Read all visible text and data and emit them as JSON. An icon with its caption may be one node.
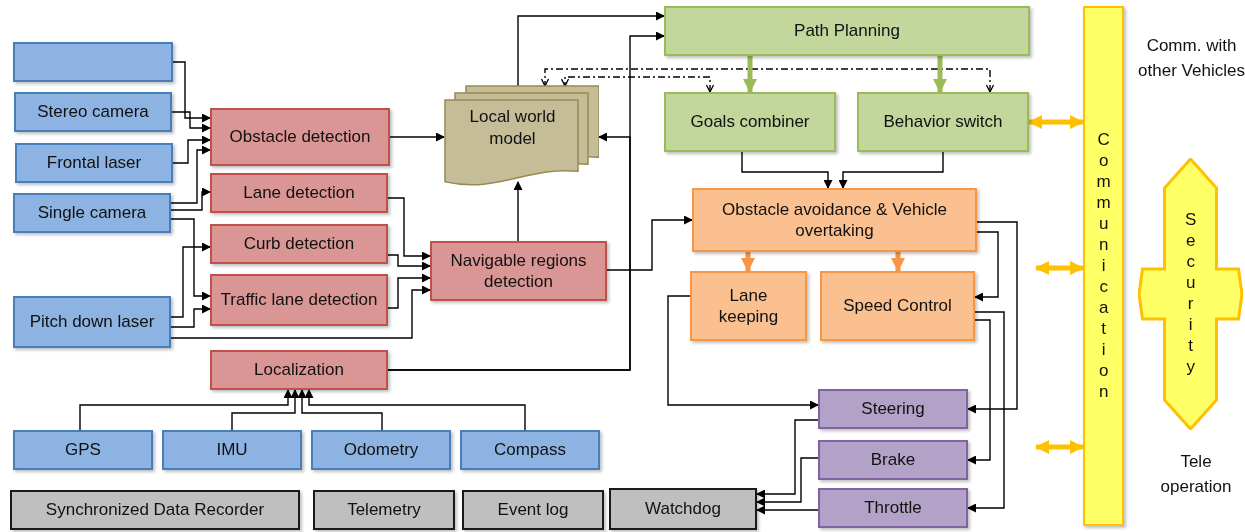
{
  "diagram": {
    "nodes": [
      {
        "text": [],
        "shape": "box"
      },
      {
        "text": [
          "Stereo camera"
        ]
      },
      {
        "text": [
          "Frontal laser"
        ]
      },
      {
        "text": [
          "Single camera"
        ]
      },
      {
        "text": [
          "Pitch down laser"
        ]
      },
      {
        "text": [
          "Obstacle detection"
        ]
      },
      {
        "text": [
          "Lane detection"
        ]
      },
      {
        "text": [
          "Curb detection"
        ]
      },
      {
        "text": [
          "Traffic lane detection"
        ]
      },
      {
        "text": [
          "Navigable regions detection"
        ]
      },
      {
        "text": [
          "Local world model"
        ]
      },
      {
        "text": [
          "Localization"
        ]
      },
      {
        "text": [
          "GPS"
        ]
      },
      {
        "text": [
          "IMU"
        ]
      },
      {
        "text": [
          "Odometry"
        ]
      },
      {
        "text": [
          "Compass"
        ]
      },
      {
        "text": [
          "Path Planning"
        ]
      },
      {
        "text": [
          "Goals combiner"
        ]
      },
      {
        "text": [
          "Behavior switch"
        ]
      },
      {
        "text": [
          "Obstacle avoidance & Vehicle overtaking"
        ]
      },
      {
        "text": [
          "Lane keeping"
        ]
      },
      {
        "text": [
          "Speed Control"
        ]
      },
      {
        "text": [
          "Steering"
        ]
      },
      {
        "text": [
          "Brake"
        ]
      },
      {
        "text": [
          "Throttle"
        ]
      },
      {
        "text": [
          "Synchronized Data Recorder"
        ]
      },
      {
        "text": [
          "Telemetry"
        ]
      },
      {
        "text": [
          "Event log"
        ]
      },
      {
        "text": [
          "Watchdog"
        ]
      },
      {
        "text": [
          "Communication"
        ]
      },
      {
        "text": [
          "Security"
        ]
      }
    ],
    "edges": [
      {
        "from": 0,
        "to": 5,
        "arrow": "to"
      },
      {
        "from": 1,
        "to": 5,
        "arrow": "to"
      },
      {
        "from": 2,
        "to": 5,
        "arrow": "to"
      },
      {
        "from": 3,
        "to": 5,
        "arrow": "to"
      },
      {
        "from": 3,
        "to": 6,
        "arrow": "to"
      },
      {
        "from": 3,
        "to": 8,
        "arrow": "to"
      },
      {
        "from": 4,
        "to": 7,
        "arrow": "to"
      },
      {
        "from": 4,
        "to": 8,
        "arrow": "to"
      },
      {
        "from": 4,
        "to": 9,
        "arrow": "to"
      },
      {
        "from": 6,
        "to": 9,
        "arrow": "to"
      },
      {
        "from": 7,
        "to": 9,
        "arrow": "to"
      },
      {
        "from": 8,
        "to": 9,
        "arrow": "to"
      },
      {
        "from": 5,
        "to": 10,
        "arrow": "to"
      },
      {
        "from": 9,
        "to": 10,
        "arrow": "to"
      },
      {
        "from": 9,
        "to": 19,
        "arrow": "to"
      },
      {
        "from": 12,
        "to": 11,
        "arrow": "to"
      },
      {
        "from": 13,
        "to": 11,
        "arrow": "to"
      },
      {
        "from": 14,
        "to": 11,
        "arrow": "to"
      },
      {
        "from": 15,
        "to": 11,
        "arrow": "to"
      },
      {
        "from": 10,
        "to": 16,
        "arrow": "to"
      },
      {
        "from": 11,
        "to": 16,
        "arrow": "to"
      },
      {
        "from": 11,
        "to": 10,
        "arrow": "to"
      },
      {
        "from": 18,
        "to": 10,
        "arrow": "both",
        "style": "dashed"
      },
      {
        "from": 17,
        "to": 10,
        "arrow": "both",
        "style": "dashed"
      },
      {
        "from": 16,
        "to": 17,
        "arrow": "to",
        "style": "thick",
        "color": "#9bbb59"
      },
      {
        "from": 16,
        "to": 18,
        "arrow": "to",
        "style": "thick",
        "color": "#9bbb59"
      },
      {
        "from": 17,
        "to": 19,
        "arrow": "to"
      },
      {
        "from": 18,
        "to": 19,
        "arrow": "to"
      },
      {
        "from": 19,
        "to": 20,
        "arrow": "to",
        "style": "thick",
        "color": "#f79646"
      },
      {
        "from": 19,
        "to": 21,
        "arrow": "to",
        "style": "thick",
        "color": "#f79646"
      },
      {
        "from": 19,
        "to": 21,
        "arrow": "to"
      },
      {
        "from": 19,
        "to": 22,
        "arrow": "to"
      },
      {
        "from": 20,
        "to": 22,
        "arrow": "to"
      },
      {
        "from": 21,
        "to": 23,
        "arrow": "to"
      },
      {
        "from": 21,
        "to": 24,
        "arrow": "to"
      },
      {
        "from": 22,
        "to": 28,
        "arrow": "to"
      },
      {
        "from": 23,
        "to": 28,
        "arrow": "to"
      },
      {
        "from": 24,
        "to": 28,
        "arrow": "to"
      },
      {
        "from": 18,
        "to": 29,
        "arrow": "both",
        "style": "thick",
        "color": "#ffc000"
      },
      {
        "from": null,
        "to": 29,
        "arrow": "both",
        "style": "thick",
        "color": "#ffc000"
      },
      {
        "from": null,
        "to": 29,
        "arrow": "both",
        "style": "thick",
        "color": "#ffc000"
      }
    ],
    "labels": [
      "Comm. with other Vehicles",
      "Tele operation"
    ]
  }
}
